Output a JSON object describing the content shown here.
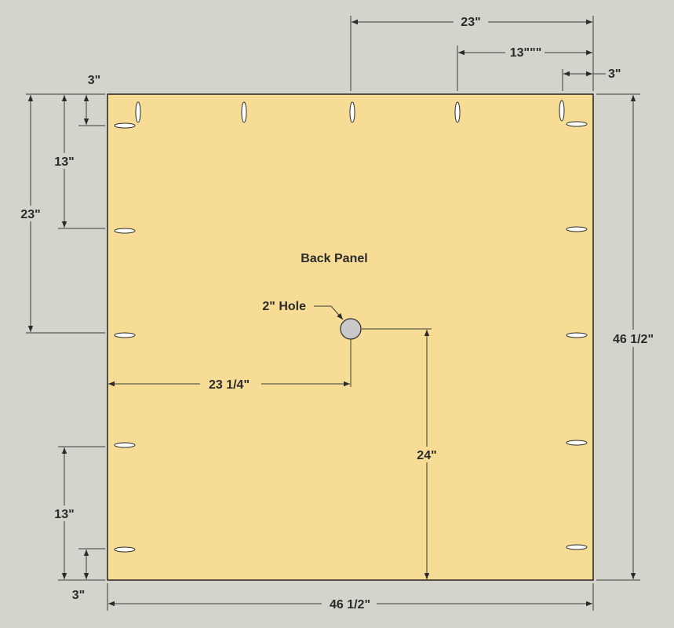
{
  "panel": {
    "title": "Back Panel",
    "fill": "#f7dc96",
    "hole_label": "2\" Hole",
    "hole_fill": "#c9c9c9"
  },
  "dimensions": {
    "top_23": "23\"",
    "top_13": "13\"\"\"",
    "top_3": "3\"",
    "left_3_top": "3\"",
    "left_13_top": "13\"",
    "left_23": "23\"",
    "left_13_bottom": "13\"",
    "left_3_bottom": "3\"",
    "right_46": "46 1/2\"",
    "bottom_46": "46 1/2\"",
    "hole_x": "23 1/4\"",
    "hole_y": "24\""
  }
}
